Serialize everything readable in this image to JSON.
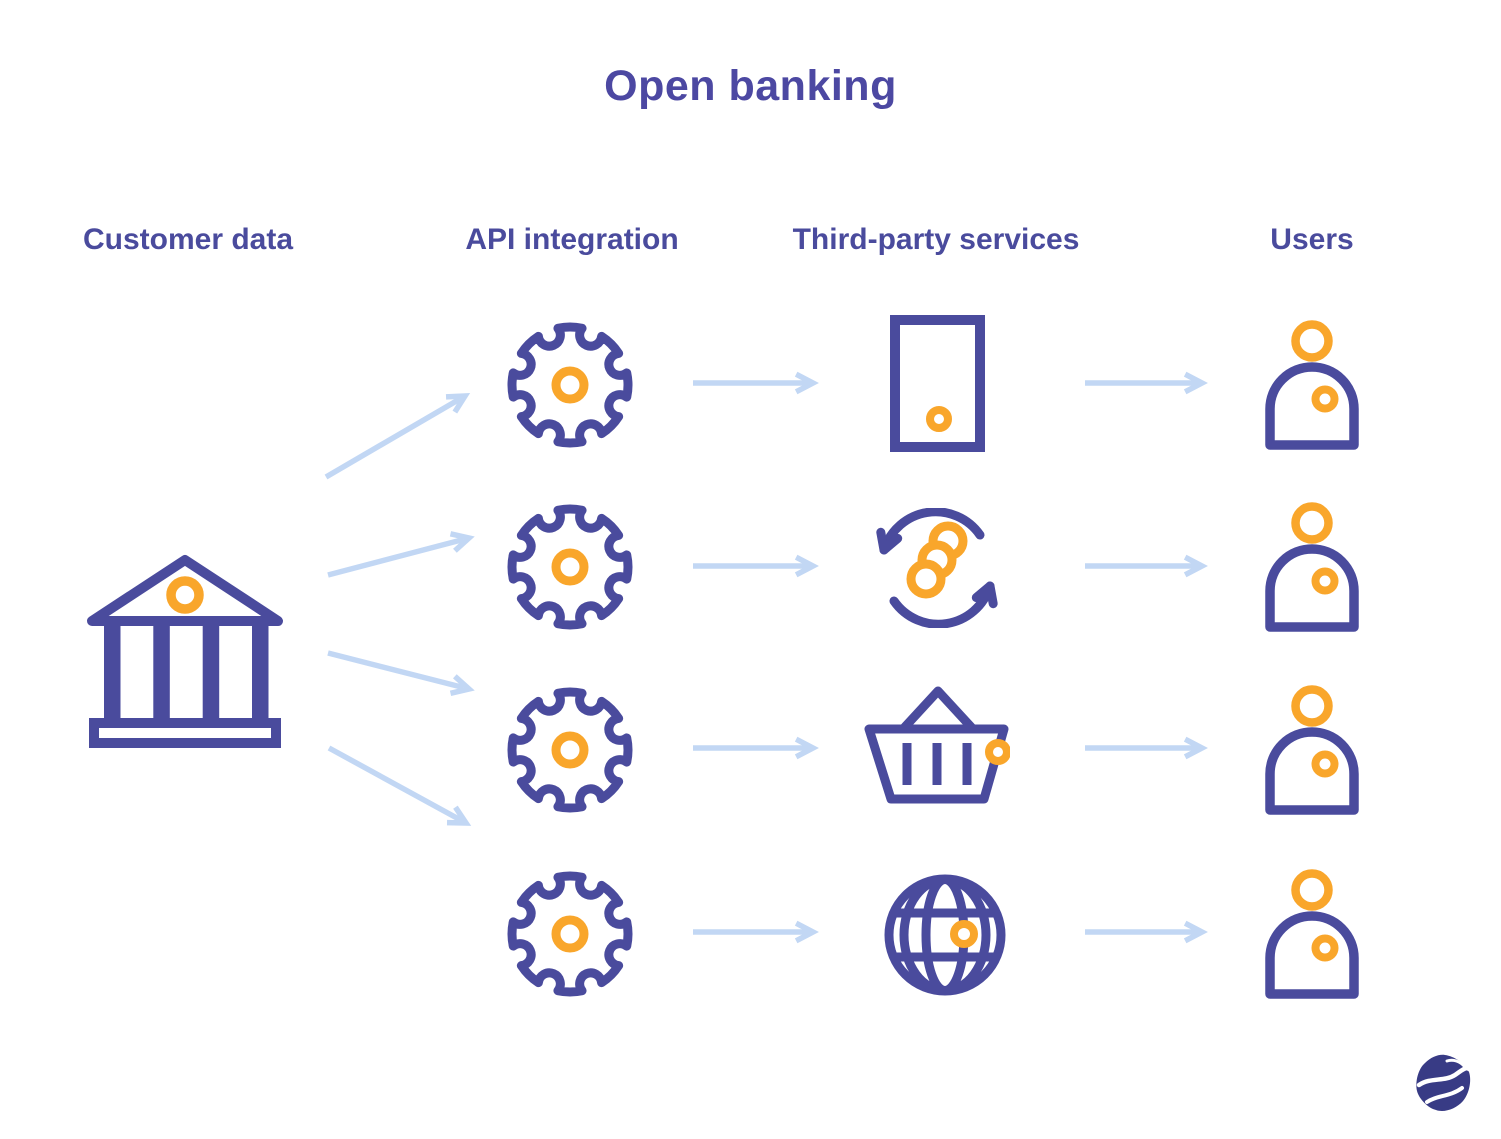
{
  "title": "Open banking",
  "colors": {
    "purple": "#4A4B9D",
    "title_purple": "#4C48A2",
    "orange": "#F9A62B",
    "arrow_blue": "#C2D7F4",
    "logo_navy": "#383B85"
  },
  "columns": [
    {
      "label": "Customer data"
    },
    {
      "label": "API integration"
    },
    {
      "label": "Third-party services"
    },
    {
      "label": "Users"
    }
  ],
  "icons": {
    "source": "bank-icon",
    "api": "gear-icon",
    "services": [
      "smartphone-icon",
      "currency-exchange-icon",
      "shopping-basket-icon",
      "globe-icon"
    ],
    "user": "user-icon",
    "logo": "brand-logo-icon"
  }
}
